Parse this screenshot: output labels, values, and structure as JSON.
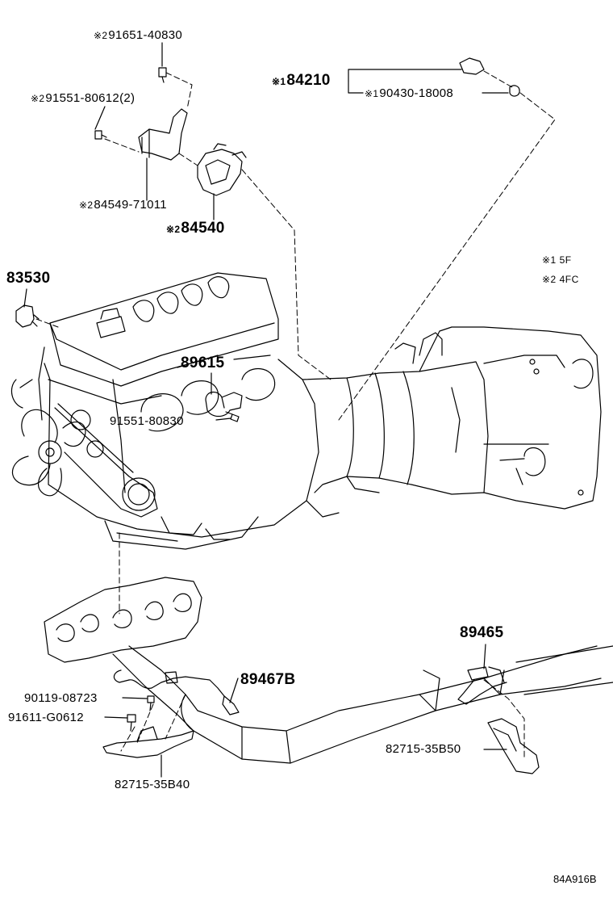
{
  "marks": {
    "m1": "※1",
    "m2": "※2"
  },
  "parts": {
    "p91651": "91651-40830",
    "p91551_806": "91551-80612",
    "p91551_806_qty": "(2)",
    "p84210": "84210",
    "p90430": "90430-18008",
    "p84549": "84549-71011",
    "p84540": "84540",
    "p83530": "83530",
    "p89615": "89615",
    "p91551_808": "91551-80830",
    "p89465": "89465",
    "p89467B": "89467B",
    "p90119": "90119-08723",
    "p91611": "91611-G0612",
    "p82715_B50": "82715-35B50",
    "p82715_B40": "82715-35B40"
  },
  "notes": {
    "n1": "※1 5F",
    "n2": "※2 4FC"
  },
  "diagram_code": "84A916B",
  "colors": {
    "ink": "#000000",
    "paper": "#ffffff"
  }
}
